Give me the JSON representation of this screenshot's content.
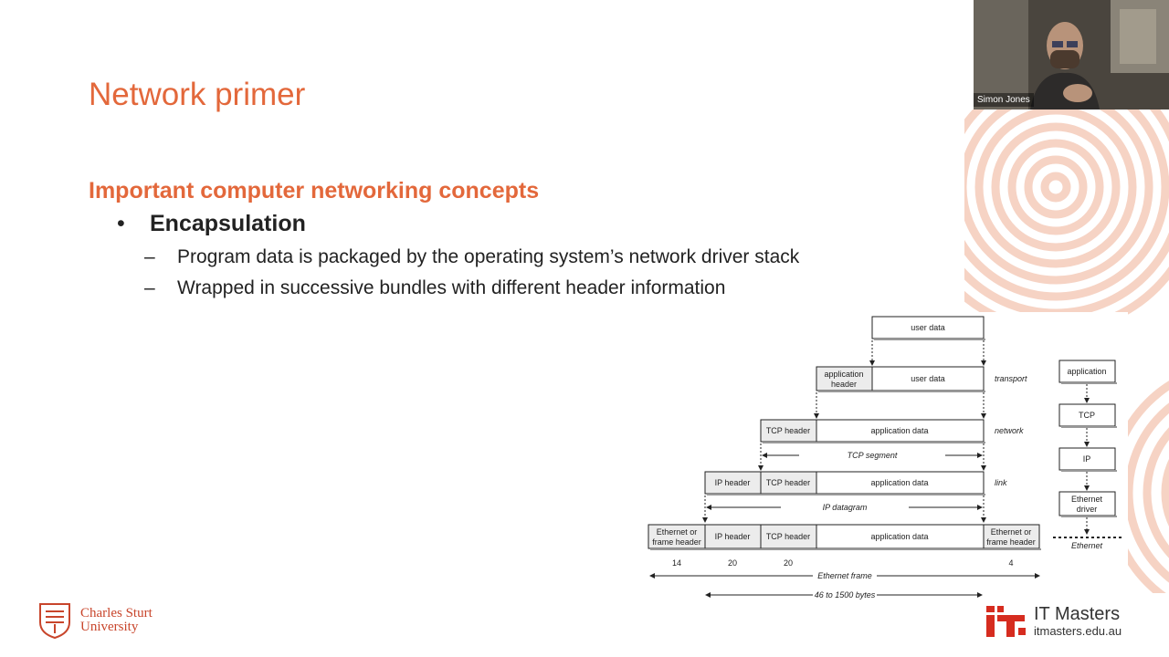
{
  "slide": {
    "title": "Network primer",
    "section_heading": "Important computer networking concepts",
    "bullet": "Encapsulation",
    "bullet_marker": "•",
    "sub_marker": "–",
    "sub_points": [
      "Program data is packaged by the operating system’s network driver stack",
      "Wrapped in successive bundles with different header information"
    ]
  },
  "video": {
    "participant_name": "Simon Jones"
  },
  "diagram": {
    "user_data": "user data",
    "application_header": [
      "application",
      "header"
    ],
    "tcp_header": "TCP header",
    "ip_header": "IP header",
    "application_data": "application data",
    "ethernet_header": [
      "Ethernet or",
      "frame header"
    ],
    "ethernet_trailer": [
      "Ethernet or",
      "frame header"
    ],
    "layer_labels": {
      "transport": "transport",
      "network": "network",
      "link": "link"
    },
    "tcp_segment": "TCP segment",
    "ip_datagram": "IP datagram",
    "ethernet_frame": "Ethernet frame",
    "byte_range": "46 to 1500 bytes",
    "sizes": [
      "14",
      "20",
      "20",
      "4"
    ],
    "stack": [
      "application",
      "TCP",
      "IP",
      [
        "Ethernet",
        "driver"
      ],
      "Ethernet"
    ]
  },
  "branding": {
    "university_line1": "Charles Sturt",
    "university_line2": "University",
    "it_masters_name": "IT Masters",
    "it_masters_url": "itmasters.edu.au"
  },
  "colors": {
    "accent": "#e3683b",
    "text": "#222222"
  }
}
